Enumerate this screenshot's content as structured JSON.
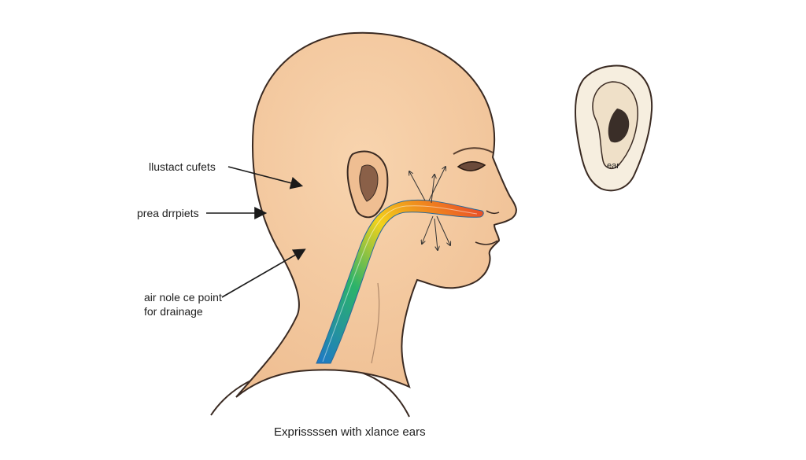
{
  "labels": {
    "top": "llustact cufets",
    "middle": "prea drrpiets",
    "bottom_line1": "air nole ce point",
    "bottom_line2": "for drainage"
  },
  "ear_inset_label": "ear",
  "caption": "Exprissssen with xlance ears",
  "colors": {
    "skin": "#f4c9a0",
    "outline": "#3a2a22",
    "tube_gradient": [
      "#1e78c8",
      "#2bb36a",
      "#f2d21a",
      "#f08a1e",
      "#e8402a"
    ]
  }
}
